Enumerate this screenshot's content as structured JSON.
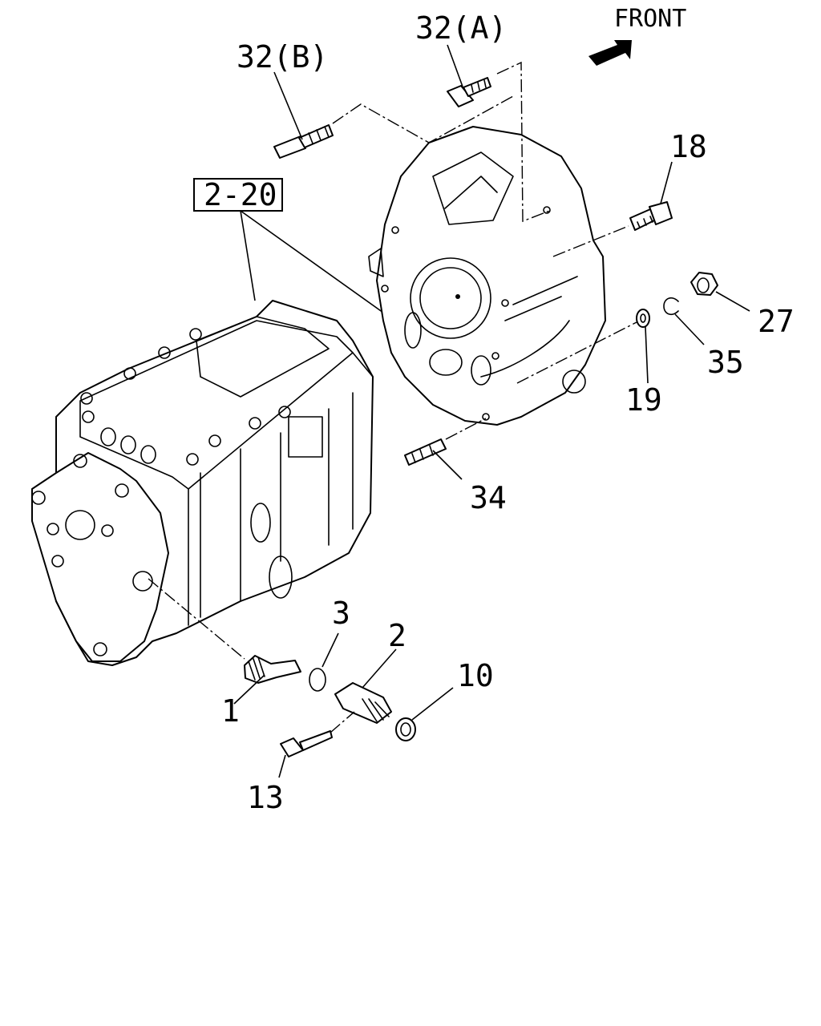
{
  "front_label": "FRONT",
  "group_ref": "2-20",
  "callouts": {
    "c32a": "32(A)",
    "c32b": "32(B)",
    "c18": "18",
    "c27": "27",
    "c35": "35",
    "c19": "19",
    "c34": "34",
    "c3": "3",
    "c2": "2",
    "c10": "10",
    "c1": "1",
    "c13": "13"
  }
}
